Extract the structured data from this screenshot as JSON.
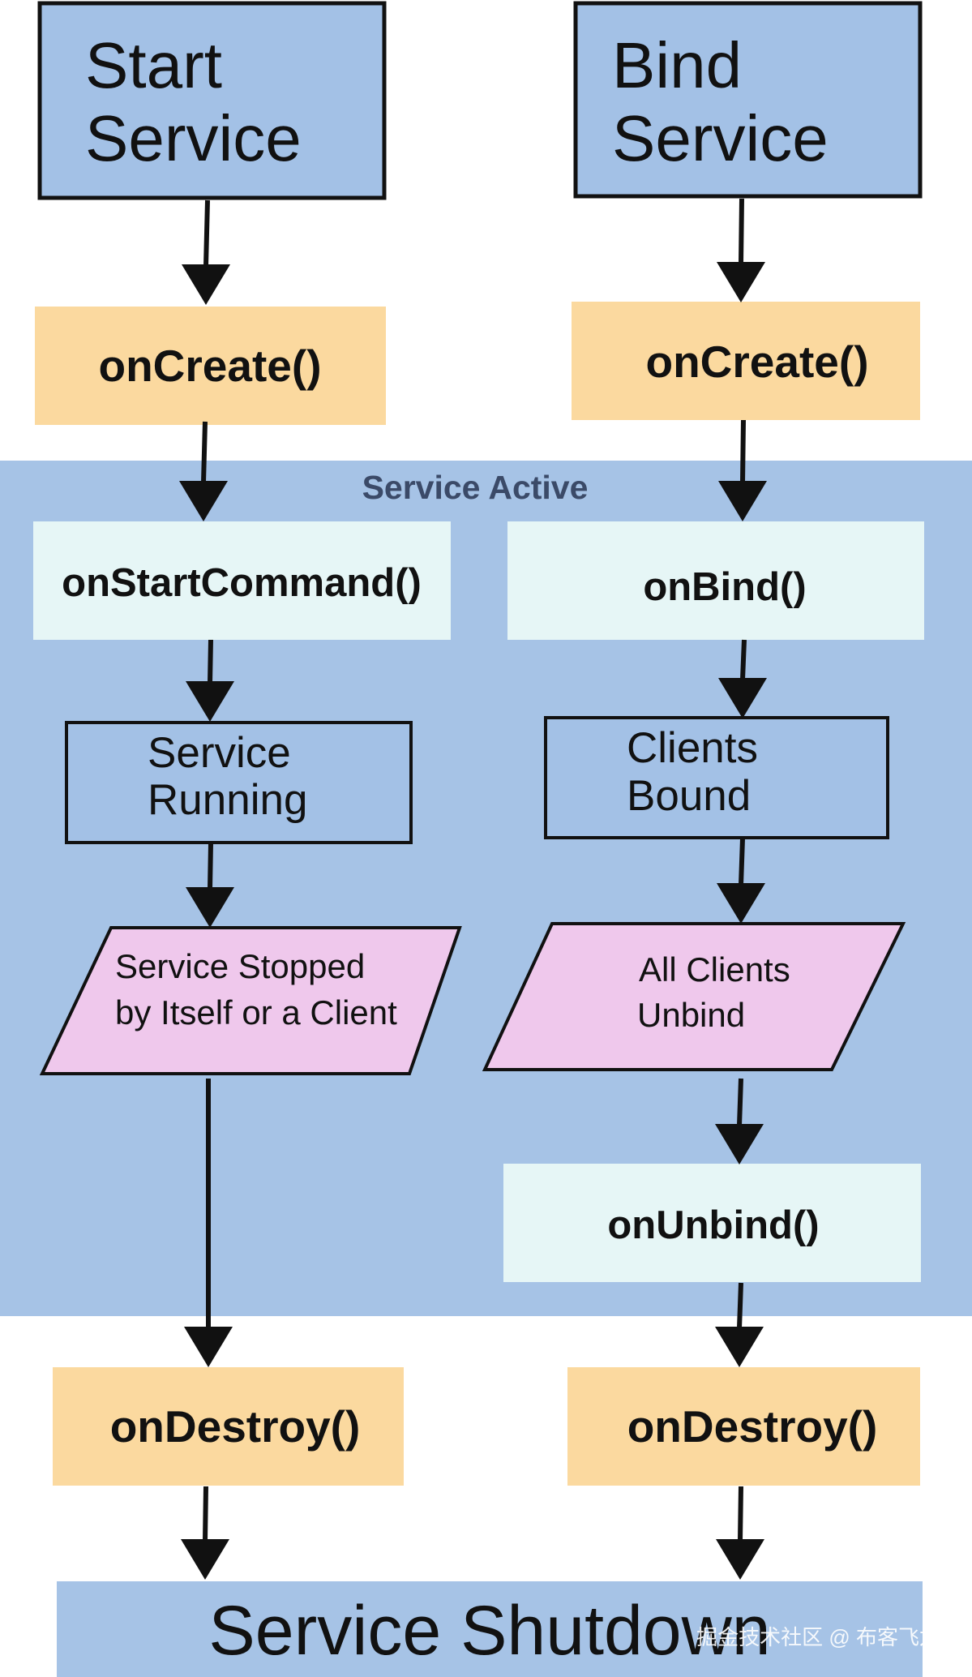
{
  "start_service": {
    "line1": "Start",
    "line2": "Service"
  },
  "bind_service": {
    "line1": "Bind",
    "line2": "Service"
  },
  "start_oncreate": "onCreate()",
  "bind_oncreate": "onCreate()",
  "region_label": "Service Active",
  "on_start_command": "onStartCommand()",
  "on_bind": "onBind()",
  "service_running": {
    "line1": "Service",
    "line2": "Running"
  },
  "clients_bound": {
    "line1": "Clients",
    "line2": "Bound"
  },
  "service_stopped": {
    "line1": "Service Stopped",
    "line2": "by Itself or a Client"
  },
  "all_clients_unbind": {
    "line1": "All Clients",
    "line2": "Unbind"
  },
  "on_unbind": "onUnbind()",
  "start_ondestroy": "onDestroy()",
  "bind_ondestroy": "onDestroy()",
  "service_shutdown": "Service Shutdown",
  "watermark": "掘金技术社区 @ 布客飞龙",
  "colors": {
    "active_region": "#a6c3e6",
    "start_box": "#a3c1e6",
    "lifecycle_method": "#fbd99f",
    "callback_box": "#e6f6f6",
    "state_box": "#a3c1e6",
    "condition": "#efc8ec",
    "shutdown_bar": "#a6c3e6"
  }
}
